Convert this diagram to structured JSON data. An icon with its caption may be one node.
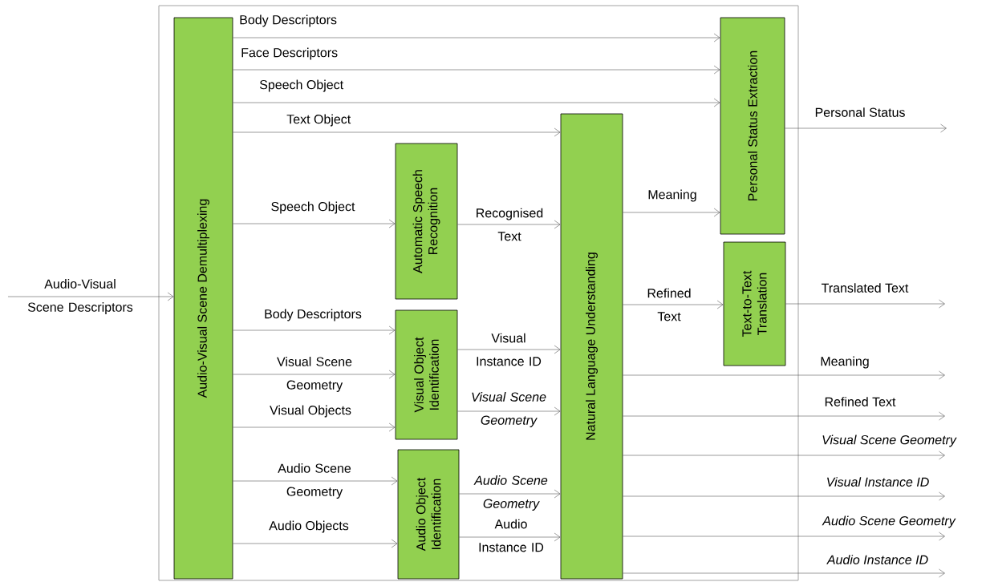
{
  "diagram": {
    "nodes": [
      {
        "text": [],
        "shape": "box"
      },
      {
        "text": [
          "Audio-Visual Scene Demultiplexing"
        ],
        "in": 0
      },
      {
        "text": [
          "Personal Status Extraction"
        ],
        "in": 0
      },
      {
        "text": [
          "Natural Language Understanding"
        ],
        "in": 0
      },
      {
        "text": [
          "Automatic Speech Recognition"
        ],
        "in": 0
      },
      {
        "text": [
          "Text-to-Text Translation"
        ],
        "in": 0
      },
      {
        "text": [
          "Visual Object Identification"
        ],
        "in": 0
      },
      {
        "text": [
          "Audio Object Identification"
        ],
        "in": 0
      }
    ],
    "edges": [
      {
        "from": null,
        "to": 1,
        "arrow": "to",
        "label": "Audio-Visual Scene Descriptors"
      },
      {
        "from": 1,
        "to": 2,
        "arrow": "to",
        "label": "Body Descriptors"
      },
      {
        "from": 1,
        "to": 2,
        "arrow": "to",
        "label": "Face Descriptors"
      },
      {
        "from": 1,
        "to": 2,
        "arrow": "to",
        "label": "Speech Object"
      },
      {
        "from": 1,
        "to": 3,
        "arrow": "to",
        "label": "Text Object"
      },
      {
        "from": 1,
        "to": 4,
        "arrow": "to",
        "label": "Speech Object"
      },
      {
        "from": 4,
        "to": 3,
        "arrow": "to",
        "label": "Recognised Text"
      },
      {
        "from": 3,
        "to": 2,
        "arrow": "to",
        "label": "Meaning"
      },
      {
        "from": 3,
        "to": 5,
        "arrow": "to",
        "label": "Refined Text"
      },
      {
        "from": 2,
        "to": null,
        "arrow": "to",
        "label": "Personal Status"
      },
      {
        "from": 5,
        "to": null,
        "arrow": "to",
        "label": "Translated Text"
      },
      {
        "from": 1,
        "to": 6,
        "arrow": "to",
        "label": "Body Descriptors"
      },
      {
        "from": 1,
        "to": 6,
        "arrow": "to",
        "label": "Visual Scene Geometry"
      },
      {
        "from": 1,
        "to": 6,
        "arrow": "to",
        "label": "Visual Objects"
      },
      {
        "from": 1,
        "to": 7,
        "arrow": "to",
        "label": "Audio Scene Geometry"
      },
      {
        "from": 1,
        "to": 7,
        "arrow": "to",
        "label": "Audio Objects"
      },
      {
        "from": 6,
        "to": 3,
        "arrow": "to",
        "label": "Visual Instance ID"
      },
      {
        "from": 6,
        "to": 3,
        "arrow": "to",
        "label": "Visual Scene Geometry"
      },
      {
        "from": 7,
        "to": 3,
        "arrow": "to",
        "label": "Audio Scene Geometry"
      },
      {
        "from": 7,
        "to": 3,
        "arrow": "to",
        "label": "Audio Instance ID"
      },
      {
        "from": 3,
        "to": null,
        "arrow": "to",
        "label": "Meaning"
      },
      {
        "from": 3,
        "to": null,
        "arrow": "to",
        "label": "Refined Text"
      },
      {
        "from": 3,
        "to": null,
        "arrow": "to",
        "label": "Visual Scene Geometry"
      },
      {
        "from": 3,
        "to": null,
        "arrow": "to",
        "label": "Visual Instance ID"
      },
      {
        "from": 3,
        "to": null,
        "arrow": "to",
        "label": "Audio Scene Geometry"
      },
      {
        "from": 3,
        "to": null,
        "arrow": "to",
        "label": "Audio Instance ID"
      }
    ]
  }
}
